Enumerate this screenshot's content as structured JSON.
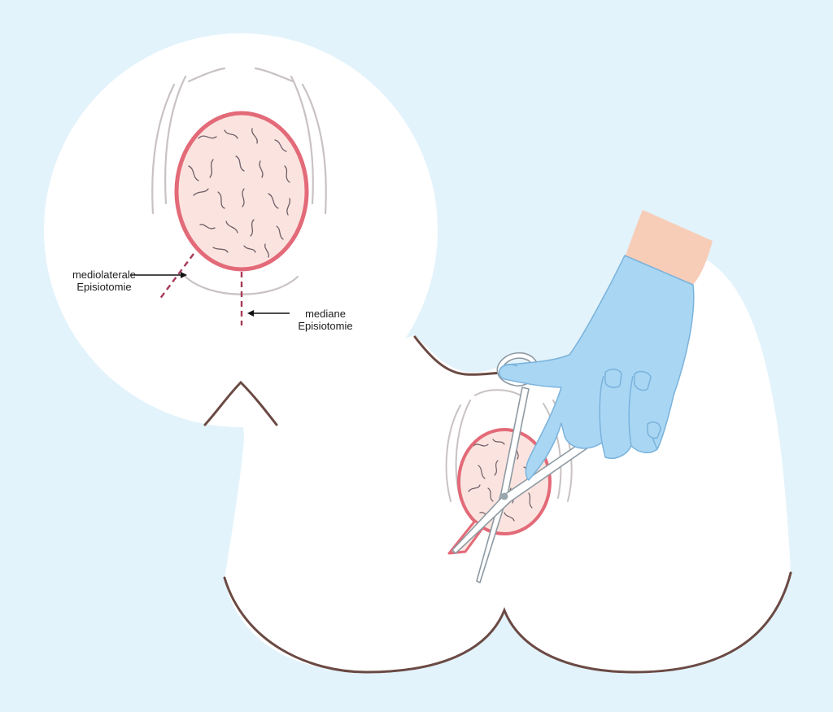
{
  "labels": {
    "mediolateral": {
      "line1": "mediolaterale",
      "line2": "Episiotomie"
    },
    "median": {
      "line1": "mediane",
      "line2": "Episiotomie"
    }
  },
  "colors": {
    "background": "#e3f3fb",
    "skin": "#ffffff",
    "outline": "#6b4a44",
    "rim": "#e36a78",
    "head": "#fbe4df",
    "hair": "#6e5e68",
    "glove": "#a9d6f3",
    "glove_outline": "#6fa8d6",
    "arm": "#f7cdb8",
    "incision": "#a83a58",
    "fold": "#c9c2c2"
  },
  "icons": {
    "hand": "gloved-hand-icon",
    "scissors": "surgical-scissors-icon"
  }
}
